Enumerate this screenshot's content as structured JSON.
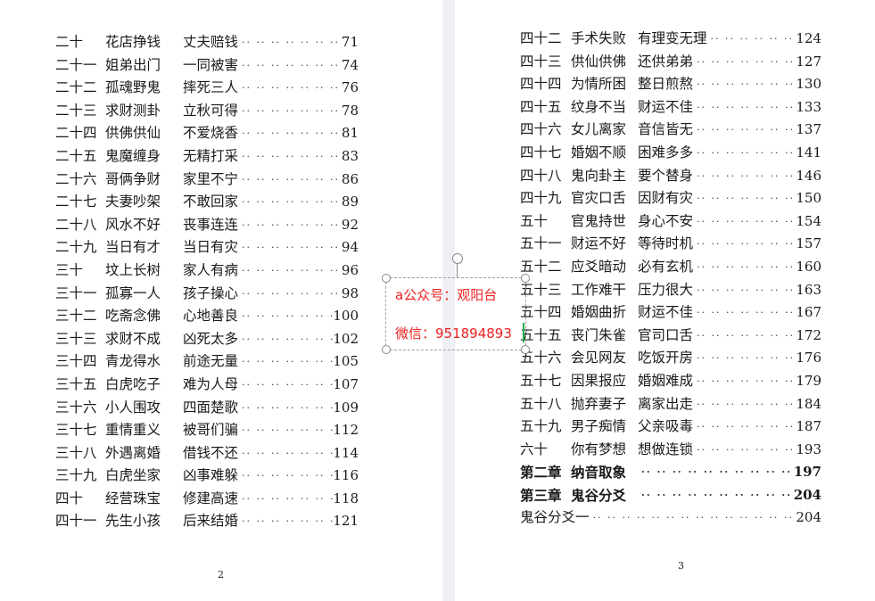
{
  "left_page": {
    "entries": [
      {
        "num": "二十",
        "t1": "花店挣钱",
        "t2": "丈夫赔钱",
        "page": "71"
      },
      {
        "num": "二十一",
        "t1": "姐弟出门",
        "t2": "一同被害",
        "page": "74"
      },
      {
        "num": "二十二",
        "t1": "孤魂野鬼",
        "t2": "摔死三人",
        "page": "76"
      },
      {
        "num": "二十三",
        "t1": "求财测卦",
        "t2": "立秋可得",
        "page": "78"
      },
      {
        "num": "二十四",
        "t1": "供佛供仙",
        "t2": "不爱烧香",
        "page": "81"
      },
      {
        "num": "二十五",
        "t1": "鬼魔缠身",
        "t2": "无精打采",
        "page": "83"
      },
      {
        "num": "二十六",
        "t1": "哥俩争财",
        "t2": "家里不宁",
        "page": "86"
      },
      {
        "num": "二十七",
        "t1": "夫妻吵架",
        "t2": "不敢回家",
        "page": "89"
      },
      {
        "num": "二十八",
        "t1": "风水不好",
        "t2": "丧事连连",
        "page": "92"
      },
      {
        "num": "二十九",
        "t1": "当日有才",
        "t2": "当日有灾",
        "page": "94"
      },
      {
        "num": "三十",
        "t1": "坟上长树",
        "t2": "家人有病",
        "page": "96"
      },
      {
        "num": "三十一",
        "t1": "孤寡一人",
        "t2": "孩子操心",
        "page": "98"
      },
      {
        "num": "三十二",
        "t1": "吃斋念佛",
        "t2": "心地善良",
        "page": "100"
      },
      {
        "num": "三十三",
        "t1": "求财不成",
        "t2": "凶死太多",
        "page": "102"
      },
      {
        "num": "三十四",
        "t1": "青龙得水",
        "t2": "前途无量",
        "page": "105"
      },
      {
        "num": "三十五",
        "t1": "白虎吃子",
        "t2": "难为人母",
        "page": "107"
      },
      {
        "num": "三十六",
        "t1": "小人围攻",
        "t2": "四面楚歌",
        "page": "109"
      },
      {
        "num": "三十七",
        "t1": "重情重义",
        "t2": "被哥们骗",
        "page": "112"
      },
      {
        "num": "三十八",
        "t1": "外遇离婚",
        "t2": "借钱不还",
        "page": "114"
      },
      {
        "num": "三十九",
        "t1": "白虎坐家",
        "t2": "凶事难躲",
        "page": "116"
      },
      {
        "num": "四十",
        "t1": "经营珠宝",
        "t2": "修建高速",
        "page": "118"
      },
      {
        "num": "四十一",
        "t1": "先生小孩",
        "t2": "后来结婚",
        "page": "121"
      }
    ],
    "page_number": "2"
  },
  "right_page": {
    "entries": [
      {
        "num": "四十二",
        "t1": "手术失败",
        "t2": "有理变无理",
        "page": "124"
      },
      {
        "num": "四十三",
        "t1": "供仙供佛",
        "t2": "还供弟弟",
        "page": "127"
      },
      {
        "num": "四十四",
        "t1": "为情所困",
        "t2": "整日煎熬",
        "page": "130"
      },
      {
        "num": "四十五",
        "t1": "纹身不当",
        "t2": "财运不佳",
        "page": "133"
      },
      {
        "num": "四十六",
        "t1": "女儿离家",
        "t2": "音信皆无",
        "page": "137"
      },
      {
        "num": "四十七",
        "t1": "婚姻不顺",
        "t2": "困难多多",
        "page": "141"
      },
      {
        "num": "四十八",
        "t1": "鬼向卦主",
        "t2": "要个替身",
        "page": "146"
      },
      {
        "num": "四十九",
        "t1": "官灾口舌",
        "t2": "因财有灾",
        "page": "150"
      },
      {
        "num": "五十",
        "t1": "官鬼持世",
        "t2": "身心不安",
        "page": "154"
      },
      {
        "num": "五十一",
        "t1": "财运不好",
        "t2": "等待时机",
        "page": "157"
      },
      {
        "num": "五十二",
        "t1": "应爻暗动",
        "t2": "必有玄机",
        "page": "160"
      },
      {
        "num": "五十三",
        "t1": "工作难干",
        "t2": "压力很大",
        "page": "163"
      },
      {
        "num": "五十四",
        "t1": "婚姻曲折",
        "t2": "财运不佳",
        "page": "167"
      },
      {
        "num": "五十五",
        "t1": "丧门朱雀",
        "t2": "官司口舌",
        "page": "172"
      },
      {
        "num": "五十六",
        "t1": "会见网友",
        "t2": "吃饭开房",
        "page": "176"
      },
      {
        "num": "五十七",
        "t1": "因果报应",
        "t2": "婚姻难成",
        "page": "179"
      },
      {
        "num": "五十八",
        "t1": "抛弃妻子",
        "t2": "离家出走",
        "page": "184"
      },
      {
        "num": "五十九",
        "t1": "男子痴情",
        "t2": "父亲吸毒",
        "page": "187"
      },
      {
        "num": "六十",
        "t1": "你有梦想",
        "t2": "想做连锁",
        "page": "193"
      }
    ],
    "chapters": [
      {
        "num": "第二章",
        "t1": "纳音取象",
        "page": "197"
      },
      {
        "num": "第三章",
        "t1": "鬼谷分爻",
        "page": "204"
      }
    ],
    "sub_entry": {
      "title": "鬼谷分爻一",
      "page": "204"
    },
    "page_number": "3"
  },
  "watermark": {
    "line1": "a公众号：观阳台",
    "line2": "微信：951894893",
    "color": "#ee2020"
  },
  "leader": "·· ·· ·· ·· ·· ·· ·· ·· ·· ·· ·· ·· ·· ·· ··"
}
